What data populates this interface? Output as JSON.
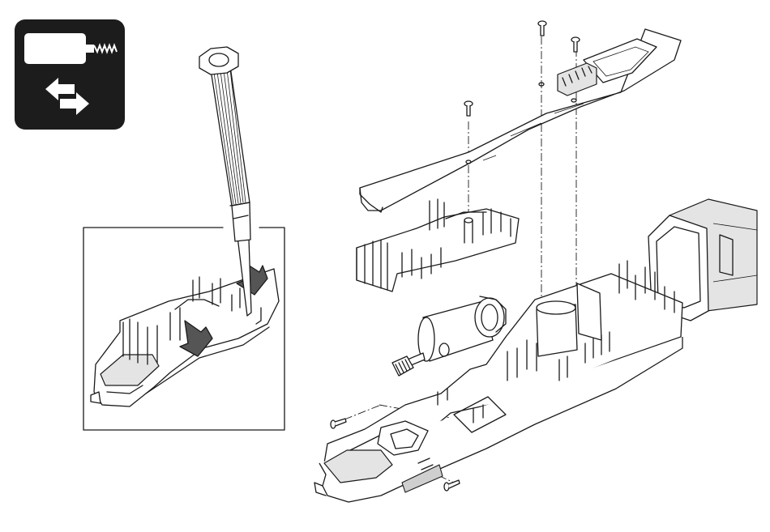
{
  "diagram": {
    "kind": "exploded-assembly-illustration",
    "icon": "motor-replacement-icon",
    "colors": {
      "ink": "#1a1a1a",
      "paper": "#ffffff",
      "icon_bg": "#1c1c1c",
      "arrow_fill": "#555555",
      "shading": "#e4e4e4"
    },
    "parts": [
      "screwdriver",
      "detail-inset",
      "pcb-board",
      "motor-housing",
      "motor",
      "chassis",
      "body-shell",
      "screw"
    ]
  }
}
